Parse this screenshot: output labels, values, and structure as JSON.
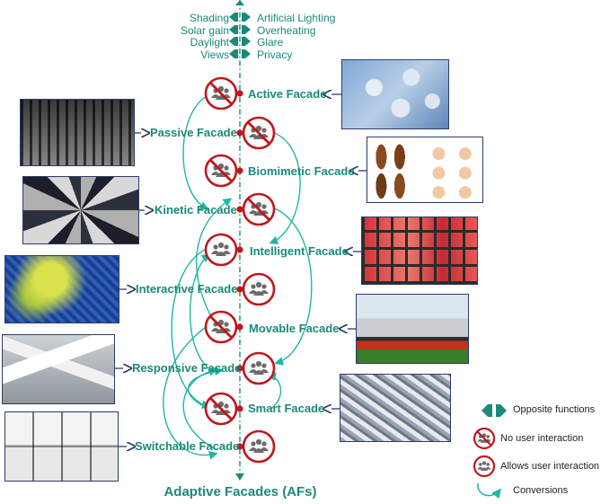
{
  "colors": {
    "teal": "#1a8a7a",
    "red": "#c0171d",
    "navy": "#2d3b6b",
    "grey": "#6b6b6b"
  },
  "icons": {
    "opposite": "opposite-functions-icon",
    "no_interaction": "no-user-interaction-icon",
    "allows_interaction": "allows-user-interaction-icon",
    "conversion": "conversion-arrow-icon"
  },
  "functions": [
    {
      "left": "Shading",
      "right": "Artificial Lighting"
    },
    {
      "left": "Solar gain",
      "right": "Overheating"
    },
    {
      "left": "Daylight",
      "right": "Glare"
    },
    {
      "left": "Views",
      "right": "Privacy"
    }
  ],
  "facades": {
    "active": "Active Facade",
    "passive": "Passive Facade",
    "biomimetic": "Biomimetic Facade",
    "kinetic": "Kinetic Facade",
    "intelligent": "Intelligent Facade",
    "interactive": "Interactive Facade",
    "movable": "Movable Facade",
    "responsive": "Responsive Facade",
    "smart": "Smart Facade",
    "switchable": "Switchable Facade"
  },
  "legend": {
    "opposite": "Opposite functions",
    "no_interaction": "No user interaction",
    "allows_interaction": "Allows user interaction",
    "conversions": "Conversions"
  },
  "title": "Adaptive Facades (AFs)"
}
